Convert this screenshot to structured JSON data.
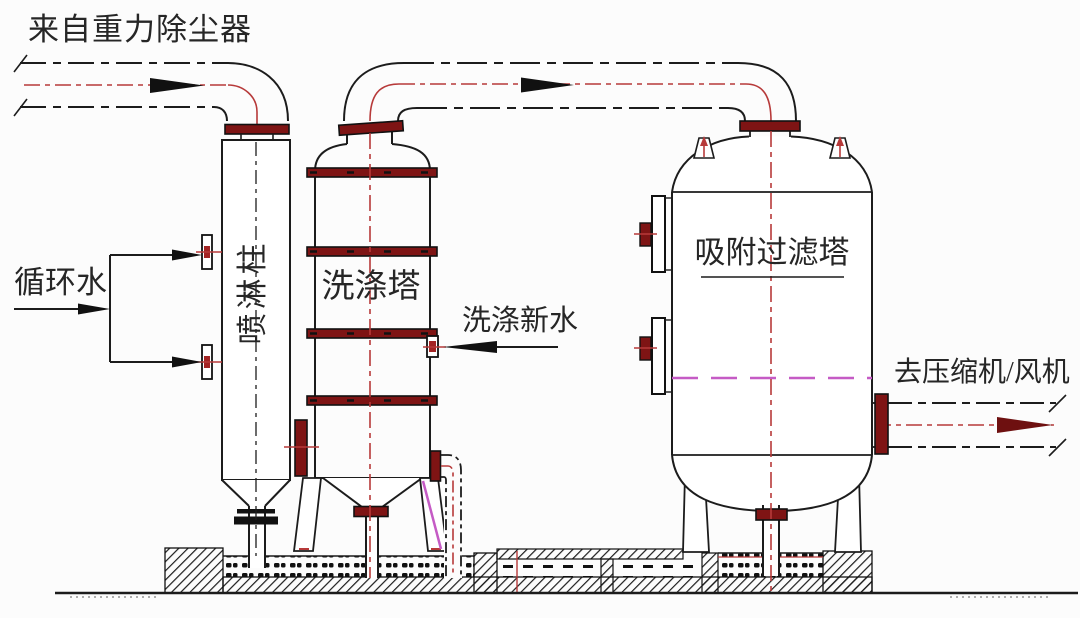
{
  "diagram": {
    "type": "process-equipment-drawing",
    "labels": {
      "inlet": "来自重力除尘器",
      "circulating_water": "循环水",
      "spray_column": "喷淋柱",
      "washing_tower": "洗涤塔",
      "fresh_water": "洗涤新水",
      "adsorption_tower": "吸附过滤塔",
      "outlet": "去压缩机/风机"
    },
    "equipment": [
      {
        "id": "spray-column",
        "label": "喷淋柱"
      },
      {
        "id": "washing-tower",
        "label": "洗涤塔",
        "tray_count": 4
      },
      {
        "id": "adsorption-filter-tower",
        "label": "吸附过滤塔"
      }
    ],
    "streams": [
      {
        "label": "来自重力除尘器",
        "direction": "right",
        "enters": "喷淋柱"
      },
      {
        "label": "循环水",
        "direction": "right",
        "enters": "喷淋柱",
        "branches": 2
      },
      {
        "label": "洗涤新水",
        "direction": "left",
        "enters": "洗涤塔"
      },
      {
        "label": "去压缩机/风机",
        "direction": "right",
        "exits": "吸附过滤塔"
      }
    ],
    "colors": {
      "line_black": "#1c1c1c",
      "centerline_red": "#b73a3a",
      "flange_dark_red": "#7e1414",
      "media_level_magenta": "#c55bc5",
      "background": "#fcfcfc"
    }
  }
}
